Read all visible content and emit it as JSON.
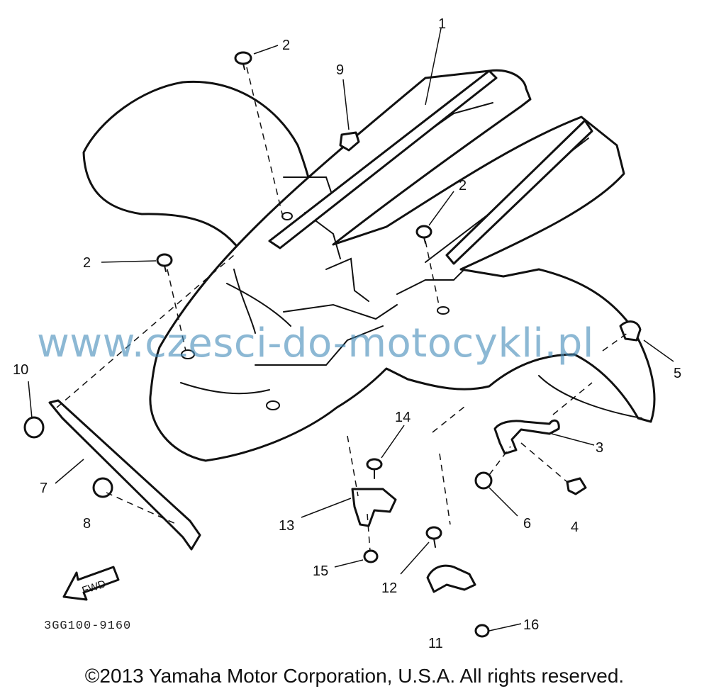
{
  "callouts": {
    "c1": "1",
    "c2a": "2",
    "c2b": "2",
    "c2c": "2",
    "c3": "3",
    "c4": "4",
    "c5": "5",
    "c6": "6",
    "c7": "7",
    "c8": "8",
    "c9": "9",
    "c10": "10",
    "c11": "11",
    "c12": "12",
    "c13": "13",
    "c14": "14",
    "c15": "15",
    "c16": "16"
  },
  "fwd_label": "FWD",
  "drawing_code": "3GG100-9160",
  "watermark": "www.czesci-do-motocykli.pl",
  "copyright": "©2013 Yamaha Motor Corporation, U.S.A. All rights reserved."
}
